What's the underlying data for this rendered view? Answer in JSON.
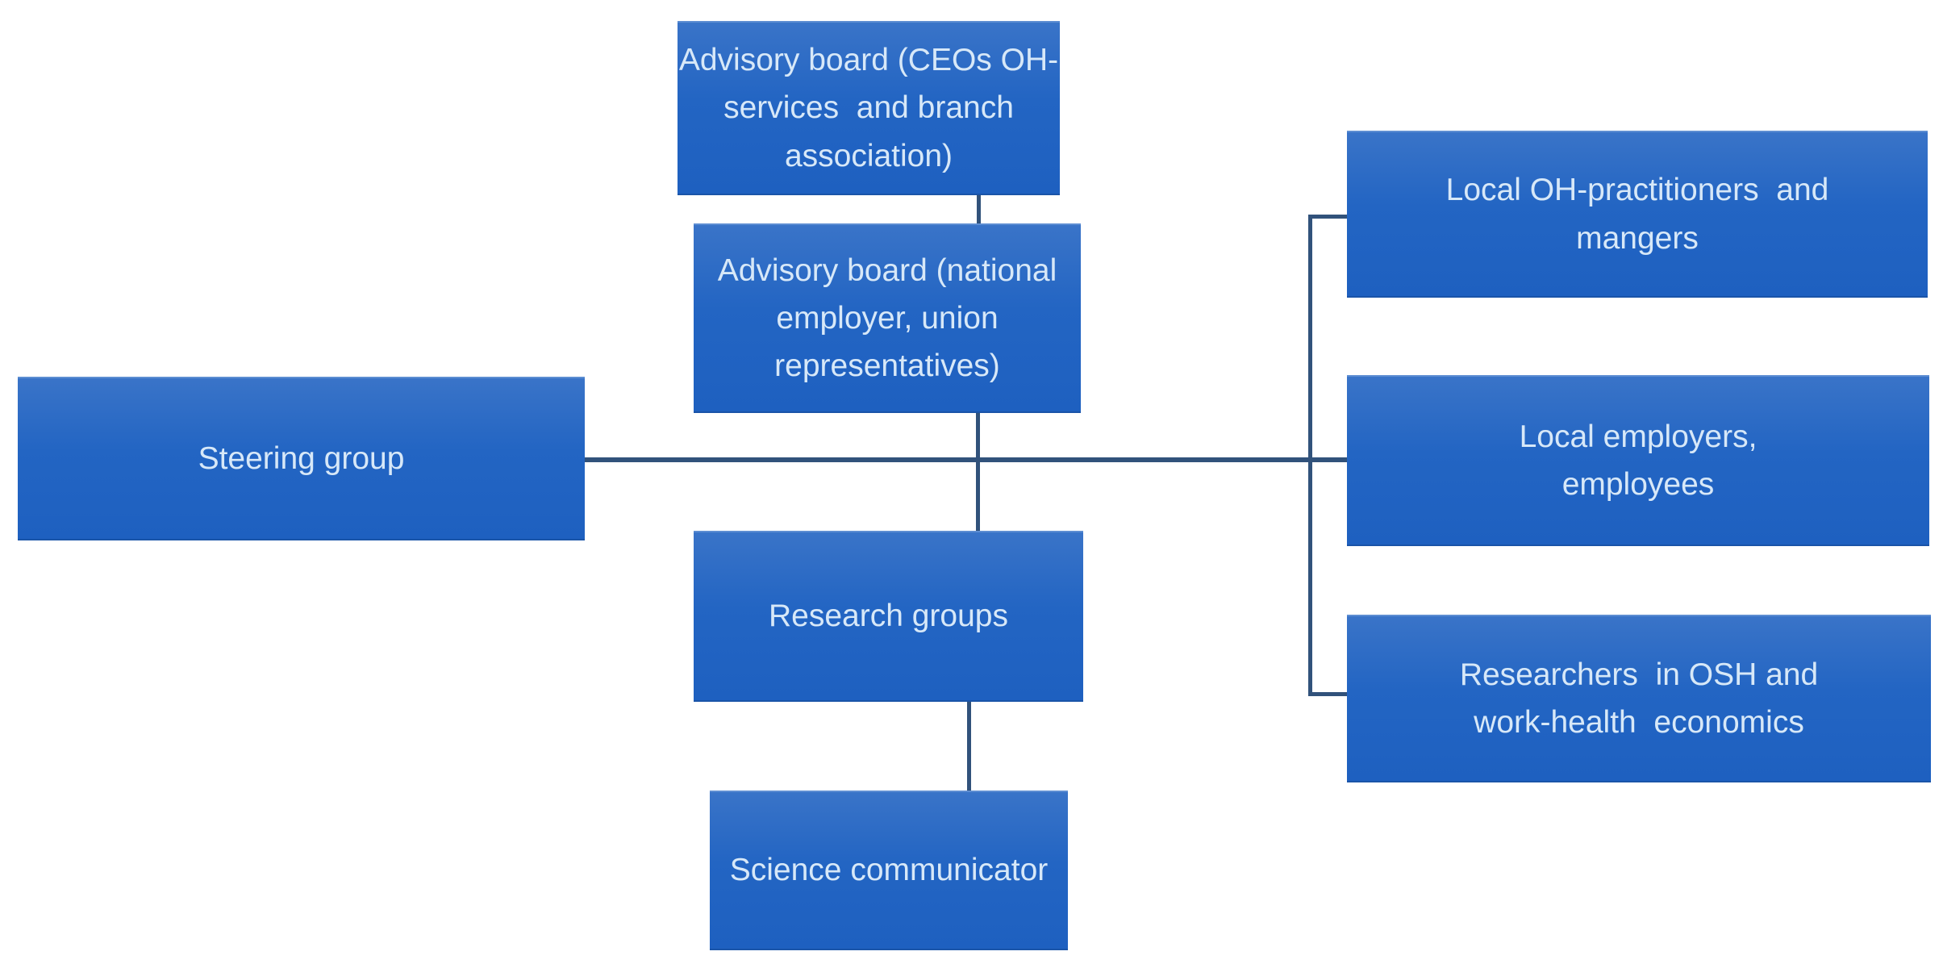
{
  "diagram": {
    "type": "org-chart",
    "background": "#ffffff",
    "nodes": {
      "advisory_ceos": {
        "label": "Advisory board (CEOs OH-\nservices  and branch\nassociation)"
      },
      "advisory_national": {
        "label": "Advisory board (national\nemployer, union\nrepresentatives)"
      },
      "steering_group": {
        "label": "Steering group"
      },
      "research_groups": {
        "label": "Research groups"
      },
      "science_communicator": {
        "label": "Science communicator"
      },
      "local_oh_practitioners": {
        "label": "Local OH-practitioners  and\nmangers"
      },
      "local_employers": {
        "label": "Local employers,\nemployees"
      },
      "researchers_osh": {
        "label": "Researchers  in OSH and\nwork-health  economics"
      }
    },
    "edges": [
      {
        "from": "advisory_ceos",
        "to": "advisory_national",
        "style": "vertical-line"
      },
      {
        "from": "advisory_national",
        "to": "research_groups",
        "style": "vertical-line"
      },
      {
        "from": "research_groups",
        "to": "science_communicator",
        "style": "vertical-line"
      },
      {
        "from": "steering_group",
        "to": "local_employers",
        "style": "horizontal-line"
      },
      {
        "from": "steering_group",
        "to": "local_oh_practitioners",
        "style": "bracket"
      },
      {
        "from": "steering_group",
        "to": "researchers_osh",
        "style": "bracket"
      }
    ],
    "colors": {
      "node_fill_top": "#3a74c8",
      "node_fill_bottom": "#1e60c0",
      "node_text": "#d7e8f8",
      "connector": "#31527b",
      "background": "#ffffff"
    }
  }
}
